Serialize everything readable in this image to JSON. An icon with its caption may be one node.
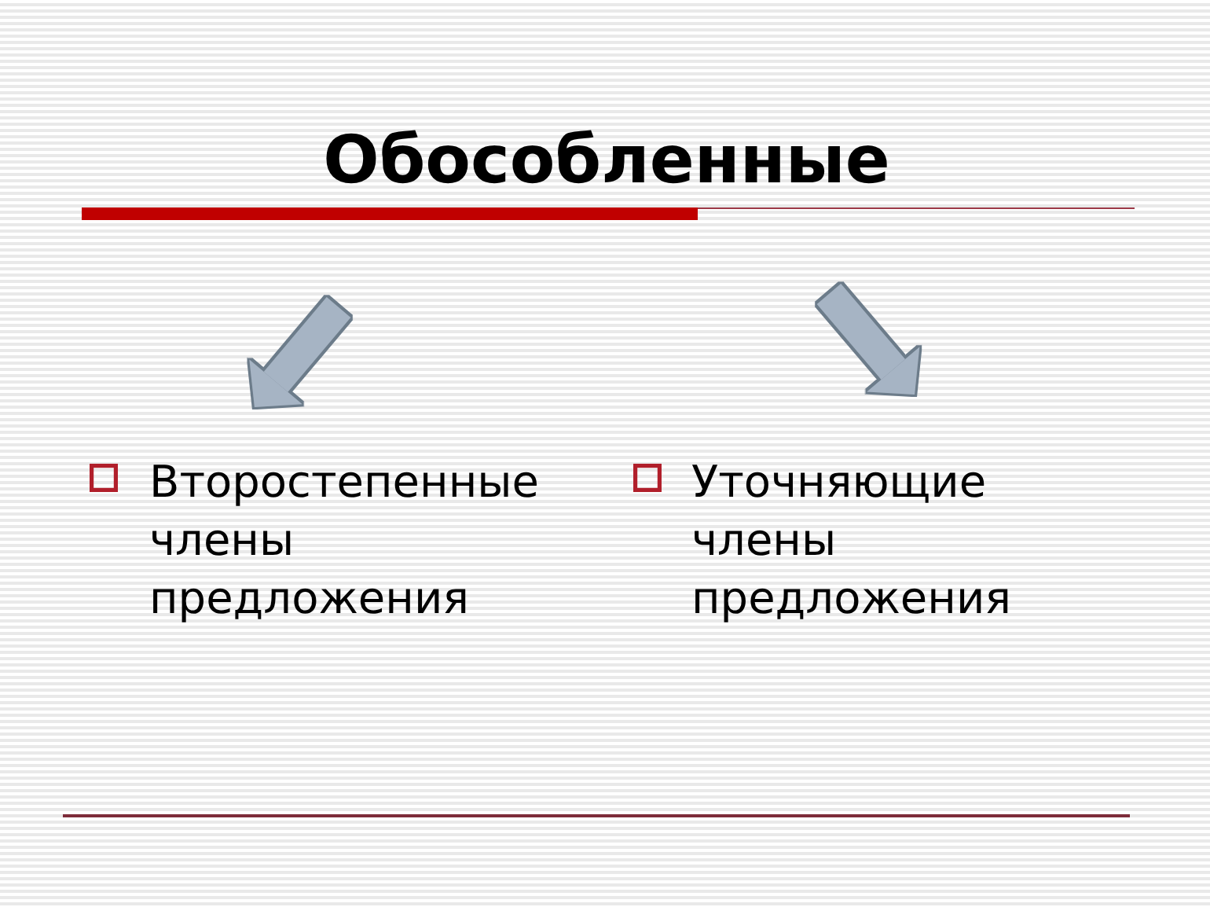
{
  "diagram": {
    "nodes": [
      {
        "text": [
          "Обособленные"
        ]
      },
      {
        "text": [
          "Второстепенные члены предложения"
        ]
      },
      {
        "text": [
          "Уточняющие члены предложения"
        ]
      }
    ],
    "edges": [
      {
        "from": null,
        "to": 1,
        "arrow": "to"
      },
      {
        "from": null,
        "to": 2,
        "arrow": "to"
      }
    ]
  }
}
